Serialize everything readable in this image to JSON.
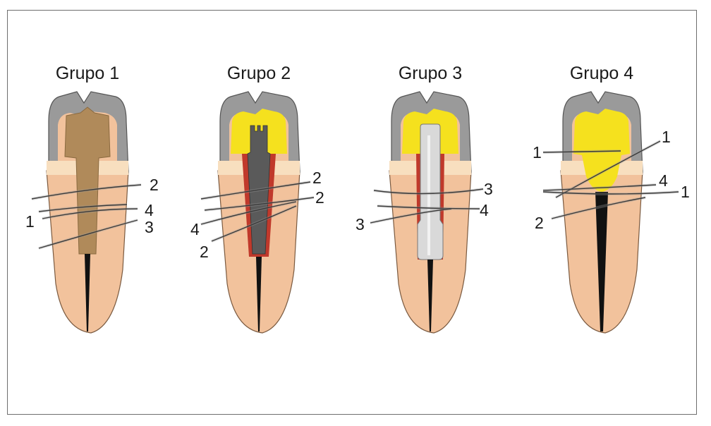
{
  "groups": [
    {
      "title": "Grupo 1",
      "labels": [
        "2",
        "1",
        "4",
        "3"
      ]
    },
    {
      "title": "Grupo 2",
      "labels": [
        "2",
        "2",
        "4",
        "2"
      ]
    },
    {
      "title": "Grupo 3",
      "labels": [
        "3",
        "4",
        "3"
      ]
    },
    {
      "title": "Grupo 4",
      "labels": [
        "1",
        "1",
        "4",
        "1",
        "2"
      ]
    }
  ],
  "colors": {
    "enamel": "#9a9a9a",
    "dentin": "#f2c29c",
    "cervical_band": "#f8dfbf",
    "canal": "#111111",
    "cast_post": "#b08a5a",
    "composite": "#f5e11e",
    "fiber_post": "#5a5a5a",
    "cement": "#c0392b",
    "metal_post": "#d9d9d9",
    "frame": "#6e6e6e"
  }
}
